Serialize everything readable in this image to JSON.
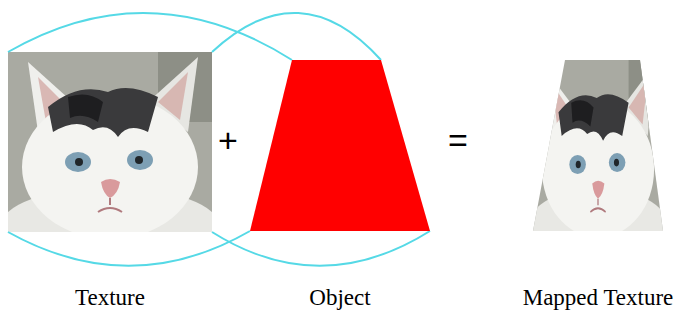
{
  "diagram": {
    "nodes": [
      {
        "text": [
          "Texture"
        ]
      },
      {
        "text": [
          "Object"
        ]
      },
      {
        "text": [
          "Mapped Texture"
        ]
      }
    ],
    "labels": [
      "+",
      "="
    ]
  }
}
